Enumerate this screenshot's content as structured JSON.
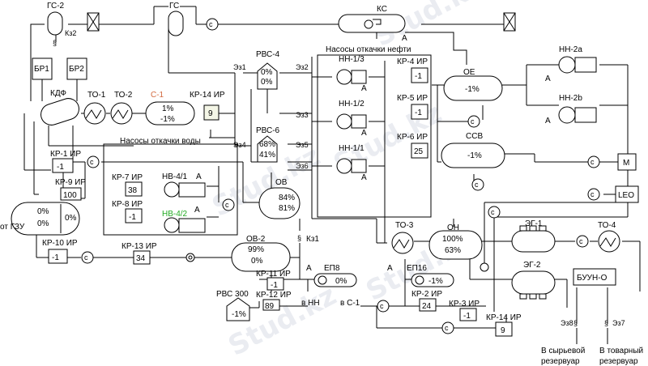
{
  "equipment": {
    "gs2": "ГС-2",
    "gs": "ГС",
    "ks": "КС",
    "kz2": "Кз2",
    "kz1": "Кз1",
    "br1": "БР1",
    "br2": "БР2",
    "kdf": "КДФ",
    "to1": "ТО-1",
    "to2": "ТО-2",
    "c1": "С-1",
    "c1_v1": "1%",
    "c1_v2": "-1%",
    "rvs4": "РВС-4",
    "rvs4_v1": "0%",
    "rvs4_v2": "0%",
    "rvs6": "РВС-6",
    "rvs6_v1": "68%",
    "rvs6_v2": "41%",
    "ez1": "Эз1",
    "ez2": "Эз2",
    "ez3": "Эз3",
    "ez4": "Эз4",
    "ez5": "Эз5",
    "ez6": "Эз6",
    "ez7": "Эз7",
    "ez8": "Эз8",
    "oil_pumps": "Насосы откачки нефти",
    "water_pumps": "Насосы откачки воды",
    "nn13": "НН-1/3",
    "nn12": "НН-1/2",
    "nn11": "НН-1/1",
    "nn2a": "НН-2а",
    "nn2b": "НН-2b",
    "oe": "ОЕ",
    "oe_v": "-1%",
    "ccb": "ССВ",
    "ccb_v": "-1%",
    "nv41": "НВ-4/1",
    "nv42": "НВ-4/2",
    "ov": "ОВ",
    "ov_v1": "84%",
    "ov_v2": "81%",
    "ov2": "ОВ-2",
    "ov2_v1": "99%",
    "ov2_v2": "0%",
    "to3": "ТО-3",
    "on": "ОН",
    "on_v1": "100%",
    "on_v2": "63%",
    "eg1": "ЭГ-1",
    "eg2": "ЭГ-2",
    "to4": "ТО-4",
    "buun": "БУУН-О",
    "ep8": "ЕП8",
    "ep8_v": "0%",
    "ep16": "ЕП16",
    "ep16_v": "-1%",
    "rvs300": "РВС 300",
    "rvs300_v": "-1%",
    "sep_v1": "0%",
    "sep_v2": "0%",
    "sep_v3": "0%",
    "m": "М",
    "leo": "LEO",
    "from_gzu": "от ГЗУ",
    "to_nn": "в НН",
    "to_c1": "в С-1",
    "raw1": "В сырьевой",
    "raw2": "резервуар",
    "com1": "В товарный",
    "com2": "резервуар",
    "a": "A",
    "c": "c"
  },
  "controllers": {
    "kr14a": "КР-14 ИР",
    "kr14a_v": "9",
    "kr4": "КР-4 ИР",
    "kr4_v": "-1",
    "kr5": "КР-5 ИР",
    "kr5_v": "-1",
    "kr6": "КР-6 ИР",
    "kr6_v": "25",
    "kr1": "КР-1 ИР",
    "kr1_v": "-1",
    "kr9": "КР-9 ИР",
    "kr9_v": "100",
    "kr7": "КР-7 ИР",
    "kr7_v": "38",
    "kr8": "КР-8 ИР",
    "kr8_v": "-1",
    "kr10": "КР-10 ИР",
    "kr10_v": "-1",
    "kr13": "КР-13 ИР",
    "kr13_v": "34",
    "kr11": "КР-11 ИР",
    "kr11_v": "-1",
    "kr12": "КР-12 ИР",
    "kr12_v": "89",
    "kr2": "КР-2 ИР",
    "kr2_v": "24",
    "kr3": "КР-3 ИР",
    "kr3_v": "-1",
    "kr14b": "КР-14 ИР",
    "kr14b_v": "9"
  },
  "watermark": {
    "text": "Stud.kz"
  },
  "colors": {
    "line": "#000000",
    "watermark": "#d9dde7",
    "gauge_mark": "#e05a7a"
  }
}
